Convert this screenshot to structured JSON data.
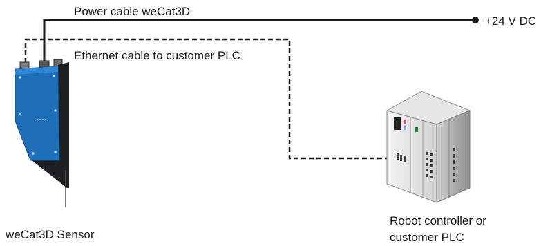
{
  "labels": {
    "power_cable": "Power cable weCat3D",
    "ethernet_cable": "Ethernet cable to customer PLC",
    "supply": "+24 V DC",
    "sensor": "weCat3D Sensor",
    "controller_line1": "Robot controller or",
    "controller_line2": "customer PLC"
  },
  "colors": {
    "sensor_body": "#1e6fba",
    "sensor_dark": "#1c2023",
    "cabinet_front": "#eeeeee",
    "cabinet_side": "#b4b4b4",
    "cable": "#1a1a1a"
  }
}
